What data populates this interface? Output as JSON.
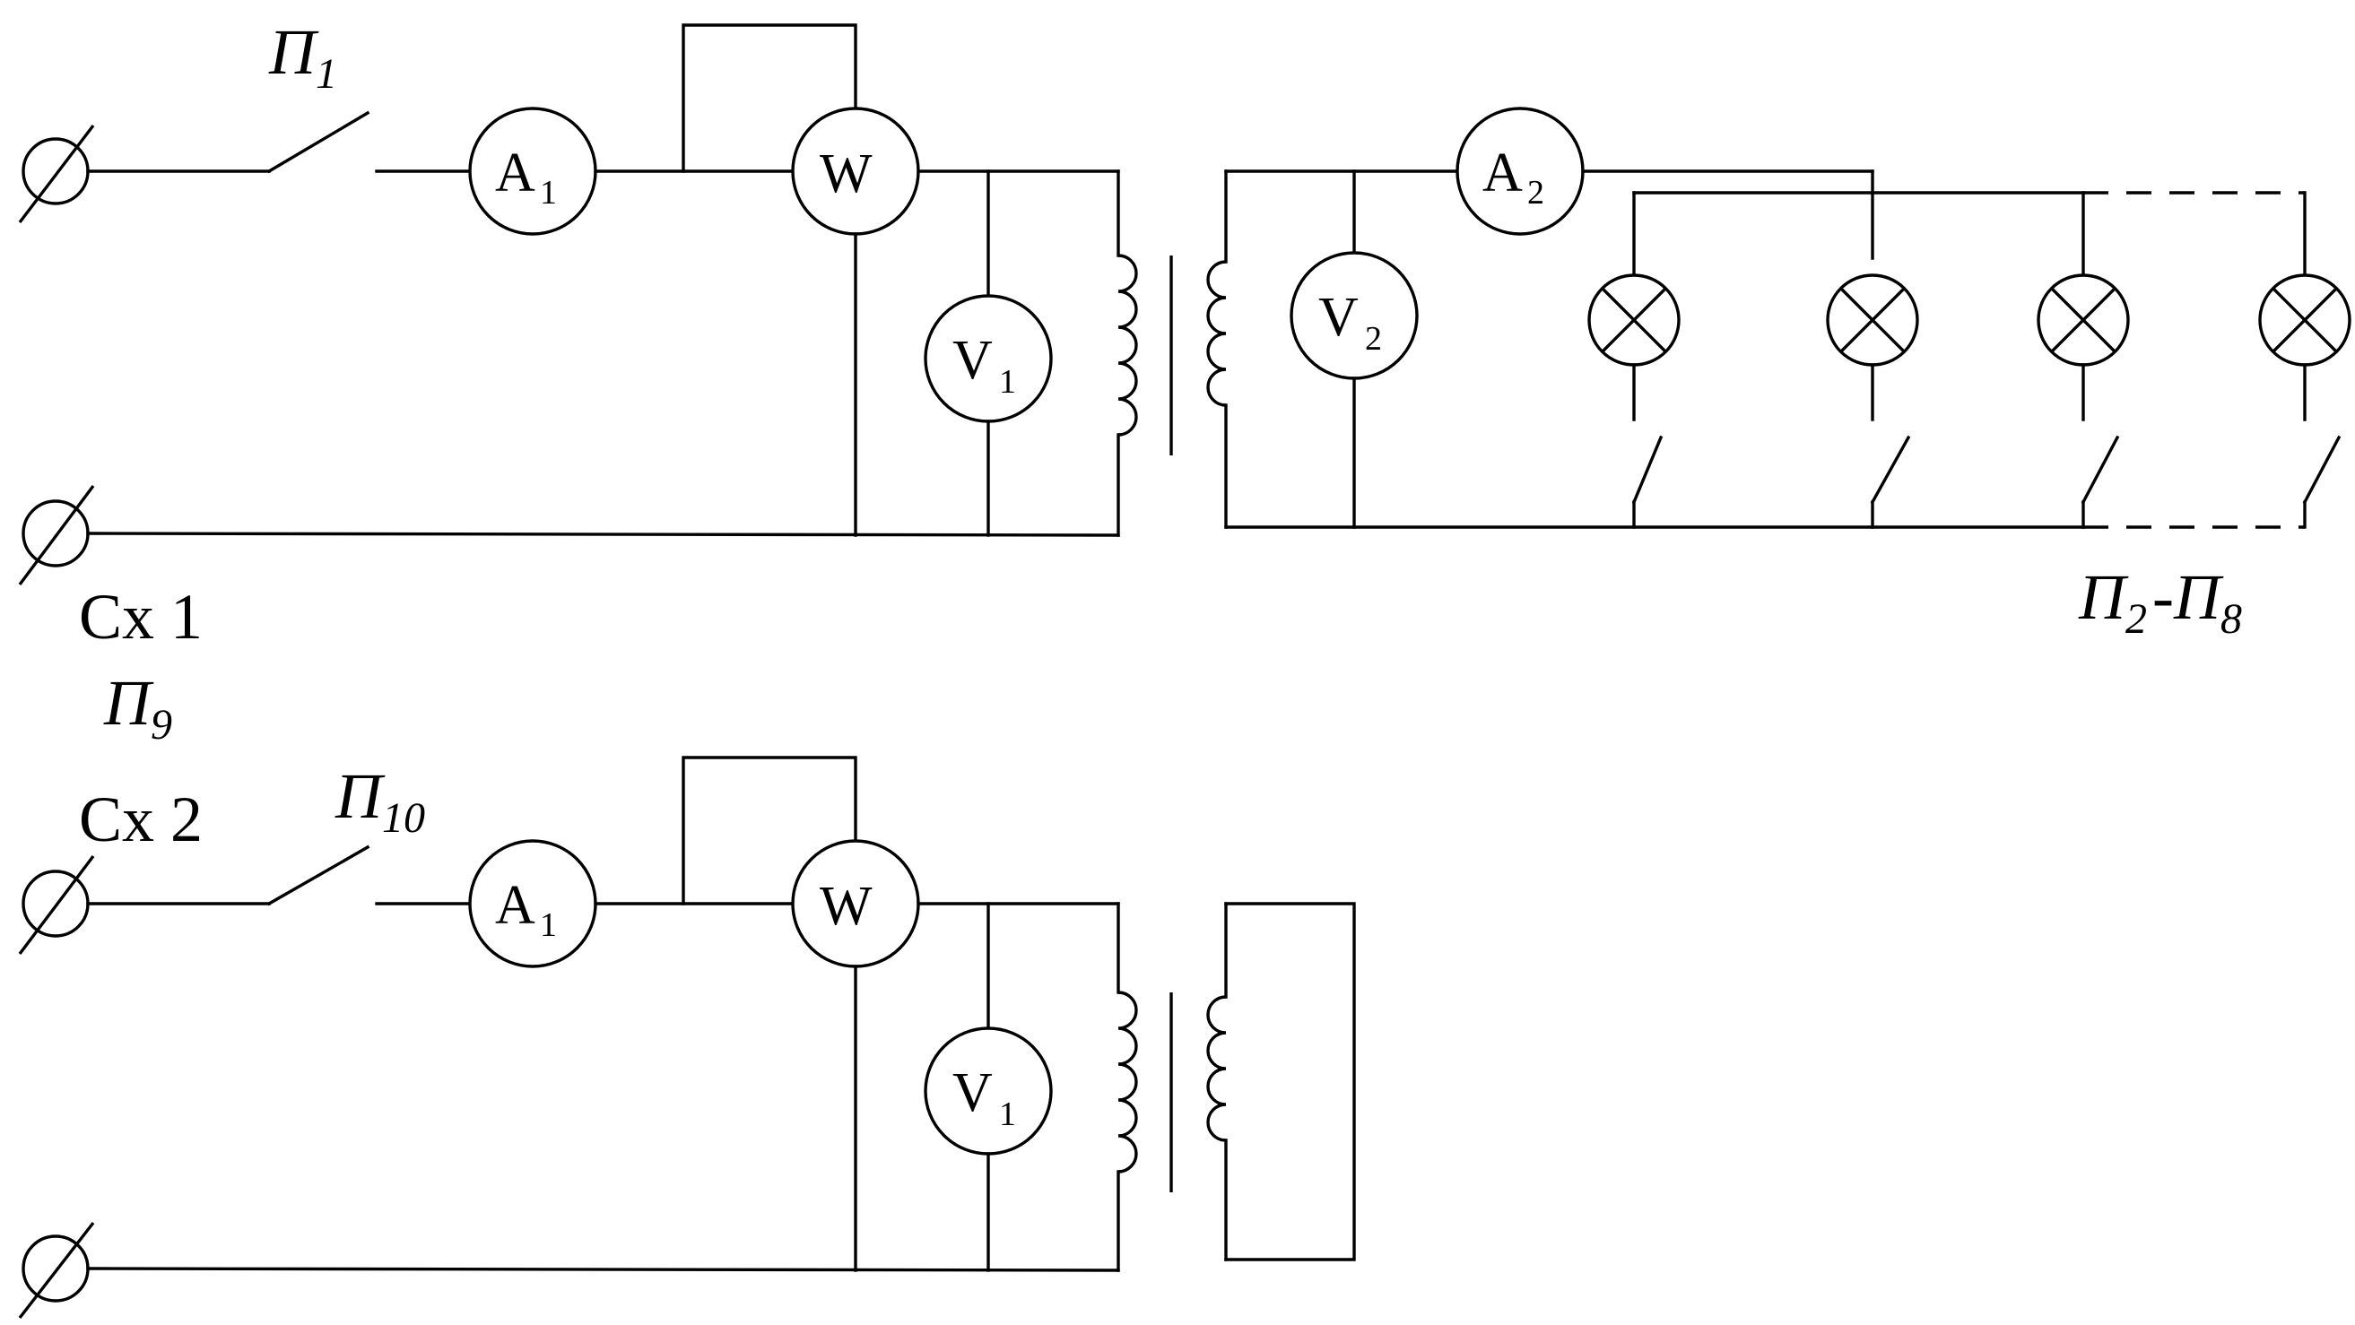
{
  "circuit_1": {
    "label": "Cx 1",
    "main_switch": {
      "letter": "П",
      "sub": "1"
    },
    "ammeter_primary": {
      "letter": "A",
      "sub": "1"
    },
    "wattmeter": {
      "letter": "W"
    },
    "voltmeter_primary": {
      "letter": "V",
      "sub": "1"
    },
    "voltmeter_secondary": {
      "letter": "V",
      "sub": "2"
    },
    "ammeter_secondary": {
      "letter": "A",
      "sub": "2"
    },
    "lamp_switches": {
      "letter_a": "П",
      "sub_a": "2",
      "dash": "-",
      "letter_b": "П",
      "sub_b": "8"
    }
  },
  "circuit_2": {
    "label": "Cx 2",
    "switch_9": {
      "letter": "П",
      "sub": "9"
    },
    "main_switch": {
      "letter": "П",
      "sub": "10"
    },
    "ammeter_primary": {
      "letter": "A",
      "sub": "1"
    },
    "wattmeter": {
      "letter": "W"
    },
    "voltmeter_primary": {
      "letter": "V",
      "sub": "1"
    }
  }
}
